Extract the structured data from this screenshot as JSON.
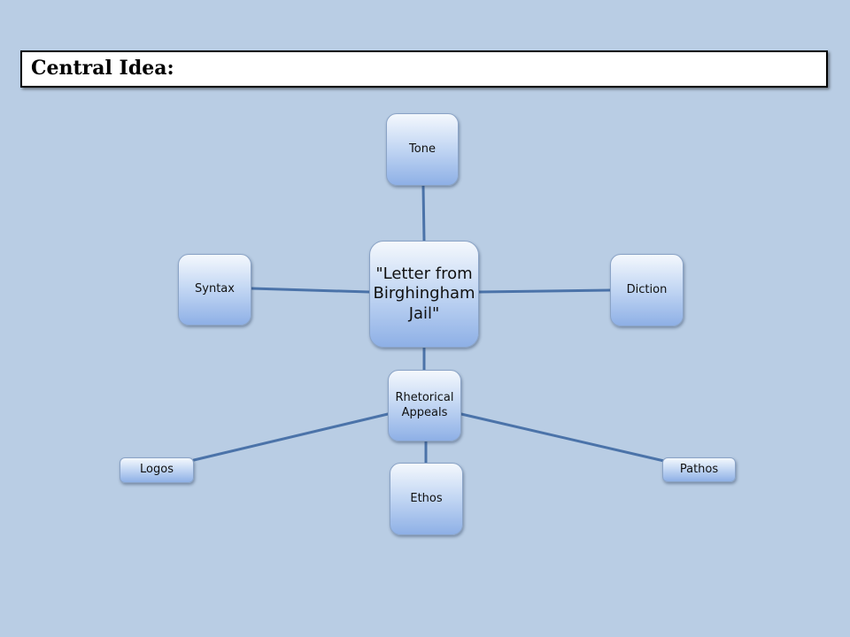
{
  "header": {
    "title": "Central Idea:"
  },
  "diagram": {
    "center": "\"Letter from Birghingham Jail\"",
    "nodes": {
      "tone": "Tone",
      "diction": "Diction",
      "syntax": "Syntax",
      "rhetorical": "Rhetorical Appeals",
      "ethos": "Ethos",
      "logos": "Logos",
      "pathos": "Pathos"
    },
    "colors": {
      "background": "#b9cde4",
      "connector": "#4b73a9",
      "node_fill": "#c6d9f4"
    }
  }
}
